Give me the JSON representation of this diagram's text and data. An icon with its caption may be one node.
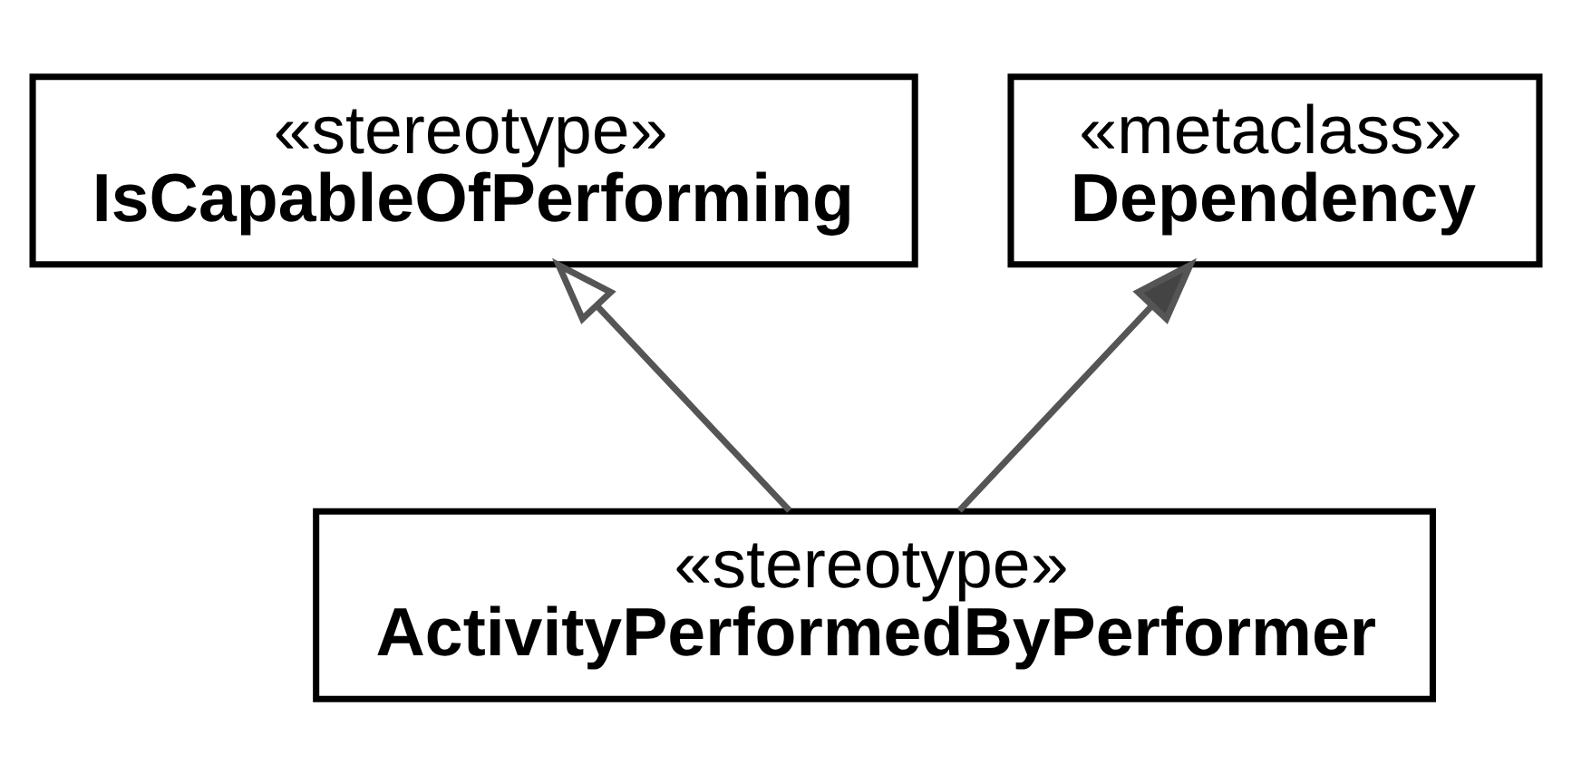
{
  "diagram": {
    "nodes": [
      {
        "text": [
          "«stereotype»",
          "IsCapableOfPerforming"
        ]
      },
      {
        "text": [
          "«metaclass»",
          "Dependency"
        ]
      },
      {
        "text": [
          "«stereotype»",
          "ActivityPerformedByPerformer"
        ]
      }
    ],
    "edges": [
      {
        "from": 2,
        "to": 0,
        "arrow": "to"
      },
      {
        "from": 2,
        "to": 1,
        "arrow": "to"
      }
    ]
  }
}
